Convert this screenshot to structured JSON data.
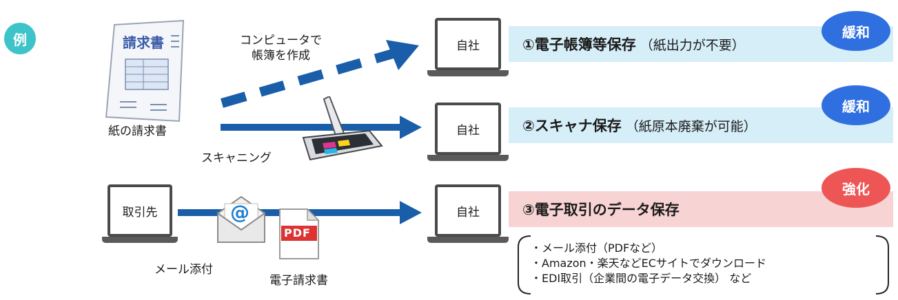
{
  "example_badge": "例",
  "paper_invoice": {
    "doc_title": "請求書",
    "label": "紙の請求書"
  },
  "rows": [
    {
      "arrow_label": "コンピュータで\n帳簿を作成",
      "company": "自社",
      "title": "①電子帳簿等保存",
      "note": "（紙出力が不要）",
      "badge": "緩和",
      "band_color": "#d6eef8",
      "badge_color": "#2f6fe0"
    },
    {
      "arrow_label": "スキャニング",
      "company": "自社",
      "title": "②スキャナ保存",
      "note": "（紙原本廃棄が可能）",
      "badge": "緩和",
      "band_color": "#d6eef8",
      "badge_color": "#2f6fe0"
    },
    {
      "source": "取引先",
      "company": "自社",
      "title": "③電子取引のデータ保存",
      "note": "",
      "badge": "強化",
      "band_color": "#f7d3d3",
      "badge_color": "#ee5555"
    }
  ],
  "email_label": "メール添付",
  "email_icon_glyph": "@",
  "pdf_icon_text": "PDF",
  "pdf_label": "電子請求書",
  "examples": [
    "・メール添付（PDFなど）",
    "・Amazon・楽天などECサイトでダウンロード",
    "・EDI取引（企業間の電子データ交換） など"
  ],
  "colors": {
    "arrow": "#1a5eaa",
    "laptop": "#4a4a4a",
    "teal_badge": "#3ec3c8"
  }
}
